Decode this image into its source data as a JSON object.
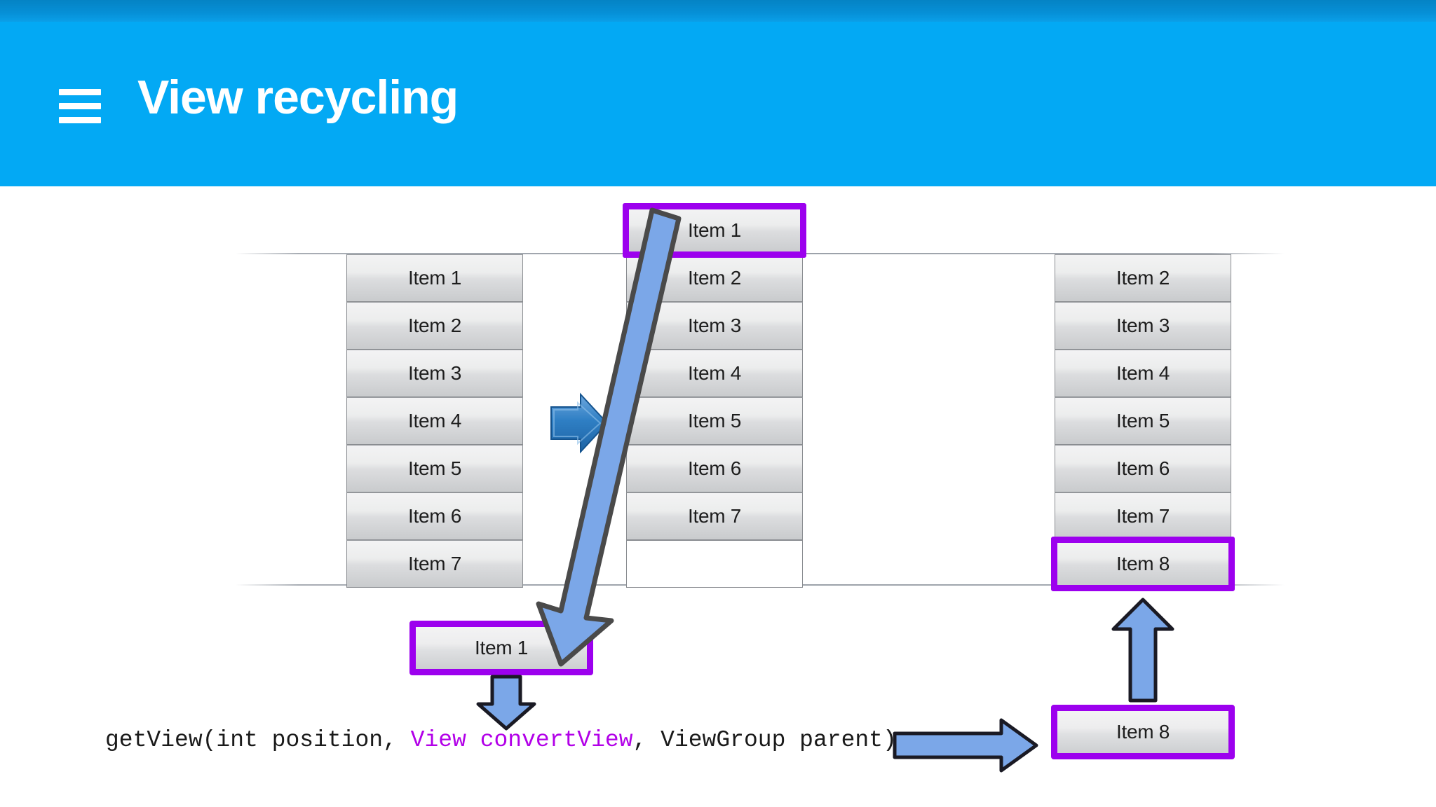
{
  "header": {
    "title": "View recycling",
    "menu_icon": "hamburger-icon",
    "background_color": "#03a9f4",
    "top_strip_color": "#0690d7",
    "title_color": "#ffffff"
  },
  "diagram": {
    "highlight_color": "#9c00ee",
    "arrow_color": "#7ba7e8",
    "item_bg_top": "#f3f3f4",
    "item_bg_bottom": "#c9cbcd",
    "columns": [
      {
        "name": "before-scroll-list",
        "items": [
          {
            "label": "Item 1",
            "highlighted": false
          },
          {
            "label": "Item 2",
            "highlighted": false
          },
          {
            "label": "Item 3",
            "highlighted": false
          },
          {
            "label": "Item 4",
            "highlighted": false
          },
          {
            "label": "Item 5",
            "highlighted": false
          },
          {
            "label": "Item 6",
            "highlighted": false
          },
          {
            "label": "Item 7",
            "highlighted": false
          }
        ]
      },
      {
        "name": "scrolling-list",
        "items": [
          {
            "label": "Item 1",
            "highlighted": true
          },
          {
            "label": "Item 2",
            "highlighted": false
          },
          {
            "label": "Item 3",
            "highlighted": false
          },
          {
            "label": "Item 4",
            "highlighted": false
          },
          {
            "label": "Item 5",
            "highlighted": false
          },
          {
            "label": "Item 6",
            "highlighted": false
          },
          {
            "label": "Item 7",
            "highlighted": false
          },
          {
            "label": "",
            "highlighted": false,
            "empty": true
          }
        ]
      },
      {
        "name": "after-scroll-list",
        "items": [
          {
            "label": "Item 2",
            "highlighted": false
          },
          {
            "label": "Item 3",
            "highlighted": false
          },
          {
            "label": "Item 4",
            "highlighted": false
          },
          {
            "label": "Item 5",
            "highlighted": false
          },
          {
            "label": "Item 6",
            "highlighted": false
          },
          {
            "label": "Item 7",
            "highlighted": false
          },
          {
            "label": "Item 8",
            "highlighted": true
          }
        ]
      }
    ],
    "recycled_view": {
      "label": "Item 1"
    },
    "new_view": {
      "label": "Item 8"
    },
    "arrows": [
      {
        "name": "scroll-arrow",
        "direction": "right"
      },
      {
        "name": "recycle-diagonal-arrow",
        "direction": "down-left"
      },
      {
        "name": "getview-down-arrow",
        "direction": "down"
      },
      {
        "name": "getview-right-arrow",
        "direction": "right"
      },
      {
        "name": "reuse-up-arrow",
        "direction": "up"
      }
    ]
  },
  "code": {
    "prefix": "getView(int position, ",
    "keyword": "View convertView",
    "suffix": ", ViewGroup parent)",
    "keyword_color": "#b200e8"
  }
}
